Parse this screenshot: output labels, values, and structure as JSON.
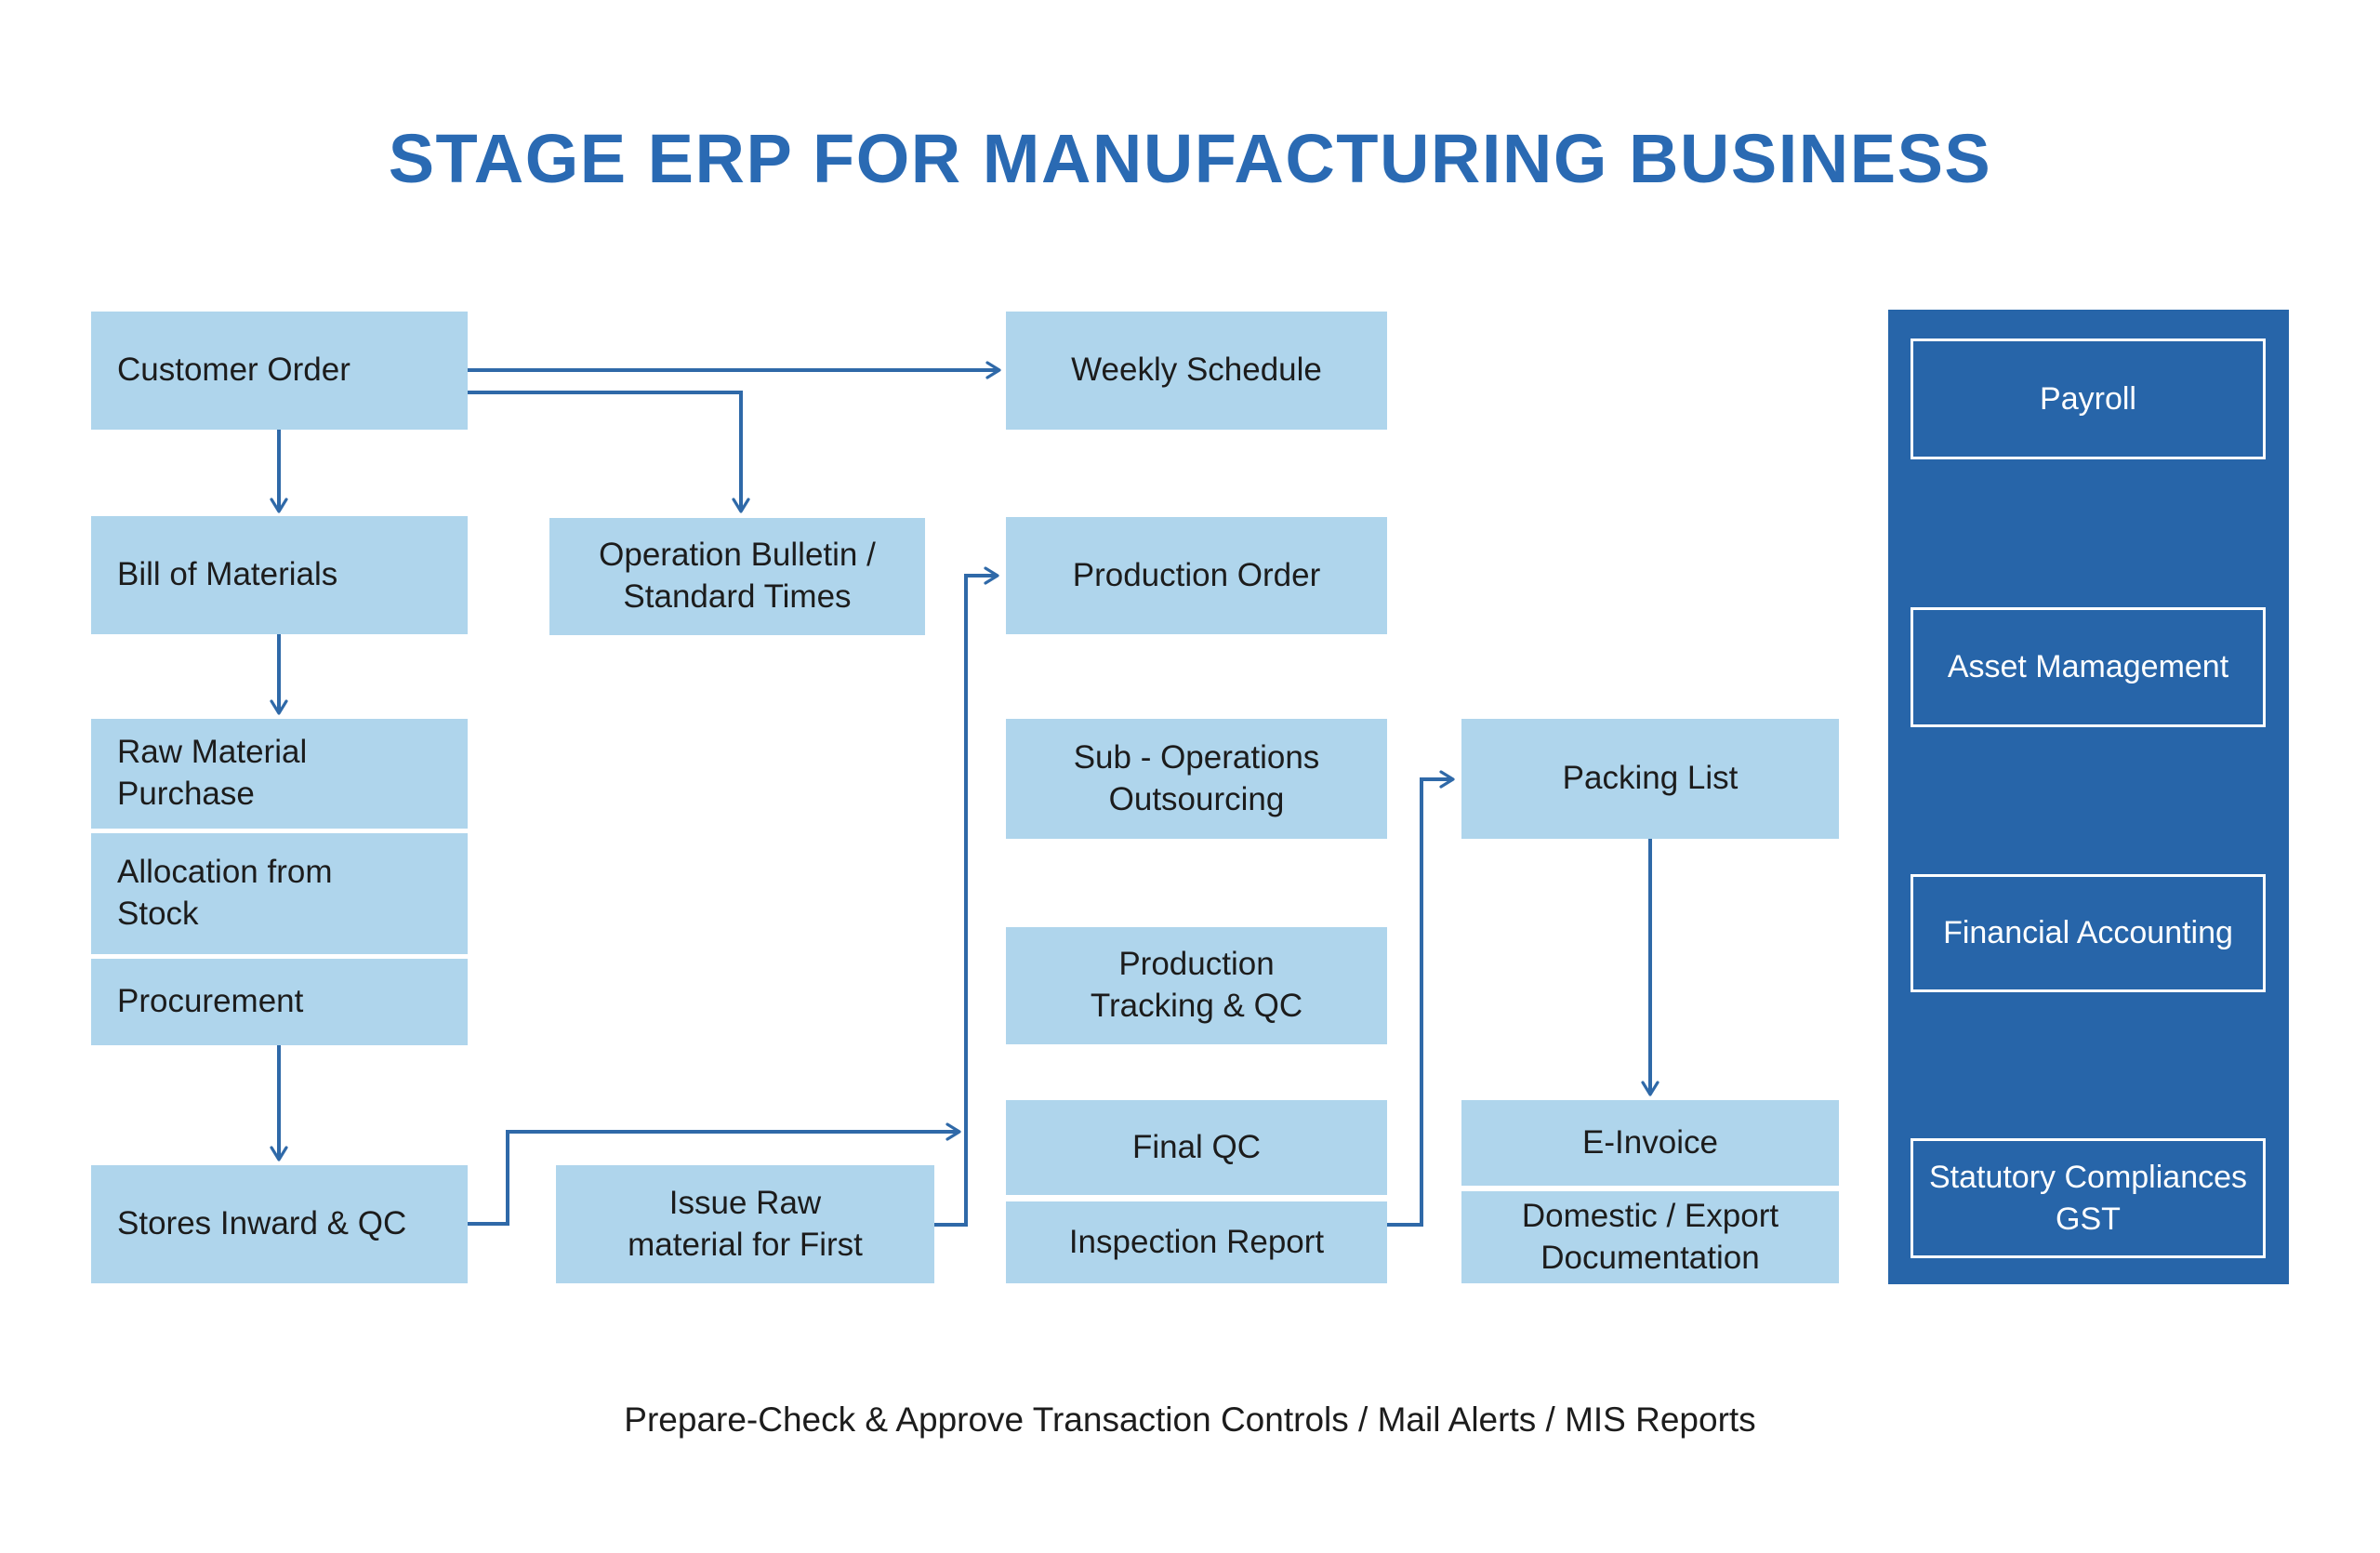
{
  "title": "STAGE ERP FOR MANUFACTURING BUSINESS",
  "footer": "Prepare-Check & Approve Transaction Controls / Mail Alerts / MIS Reports",
  "colors": {
    "page_bg": "#FFFFFF",
    "light_box": "#AFD5EC",
    "dark_panel": "#2765A9",
    "accent_line": "#2F69A8",
    "title_text": "#2A6AB3",
    "box_text": "#1C1C1C",
    "sidebar_text": "#FFFFFF"
  },
  "nodes": {
    "customer_order": {
      "label": "Customer Order"
    },
    "weekly_schedule": {
      "label": "Weekly Schedule"
    },
    "bill_of_materials": {
      "label": "Bill of Materials"
    },
    "operation_bulletin": {
      "label": "Operation Bulletin /\nStandard Times"
    },
    "production_order": {
      "label": "Production Order"
    },
    "raw_material_purchase": {
      "label": "Raw Material\nPurchase"
    },
    "allocation_from_stock": {
      "label": "Allocation from\nStock"
    },
    "procurement": {
      "label": "Procurement"
    },
    "sub_operations_outsourcing": {
      "label": "Sub - Operations\nOutsourcing"
    },
    "packing_list": {
      "label": "Packing List"
    },
    "production_tracking_qc": {
      "label": "Production\nTracking & QC"
    },
    "final_qc": {
      "label": "Final QC"
    },
    "inspection_report": {
      "label": "Inspection Report"
    },
    "e_invoice": {
      "label": "E-Invoice"
    },
    "domestic_export_documentation": {
      "label": "Domestic / Export\nDocumentation"
    },
    "stores_inward_qc": {
      "label": "Stores Inward & QC"
    },
    "issue_raw_material": {
      "label": "Issue Raw\nmaterial for First"
    }
  },
  "sidebar": {
    "items": [
      {
        "label": "Payroll"
      },
      {
        "label": "Asset\nMamagement"
      },
      {
        "label": "Financial\nAccounting"
      },
      {
        "label": "Statutory\nCompliances GST"
      }
    ]
  },
  "connections": [
    {
      "from": "Customer Order",
      "to": "Weekly Schedule"
    },
    {
      "from": "Customer Order",
      "to": "Operation Bulletin / Standard Times"
    },
    {
      "from": "Customer Order",
      "to": "Bill of Materials"
    },
    {
      "from": "Bill of Materials",
      "to": "Raw Material Purchase / Allocation from Stock / Procurement"
    },
    {
      "from": "Procurement",
      "to": "Stores Inward & QC"
    },
    {
      "from": "Stores Inward & QC",
      "to": "Production Order"
    },
    {
      "from": "Issue Raw material for First",
      "to": "Production Order"
    },
    {
      "from": "Inspection Report",
      "to": "Packing List"
    },
    {
      "from": "Packing List",
      "to": "E-Invoice"
    }
  ]
}
